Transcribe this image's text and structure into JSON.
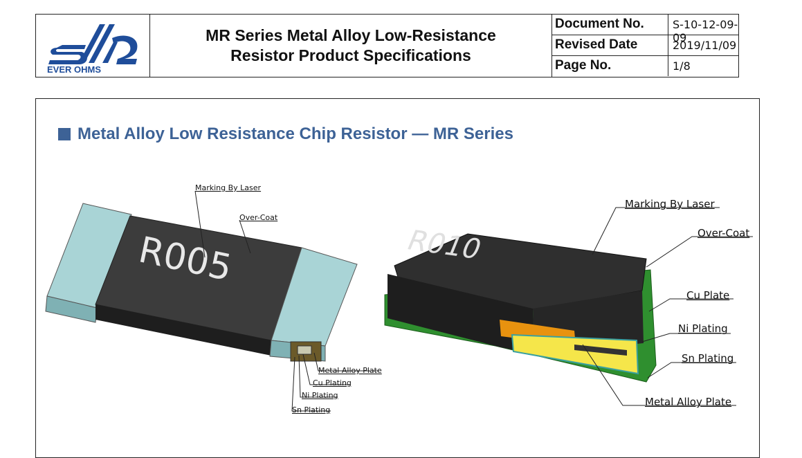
{
  "header": {
    "logo_text": "EVER OHMS",
    "title_line1": "MR Series Metal Alloy Low-Resistance",
    "title_line2": "Resistor Product Specifications",
    "meta": [
      {
        "key": "Document No.",
        "value": "S-10-12-09-09"
      },
      {
        "key": "Revised Date",
        "value": "2019/11/09"
      },
      {
        "key": "Page No.",
        "value": "1/8"
      }
    ]
  },
  "section": {
    "heading": "Metal Alloy Low Resistance Chip Resistor — MR Series"
  },
  "left_figure": {
    "marking": "R005",
    "labels": {
      "laser": "Marking By Laser",
      "overcoat": "Over-Coat",
      "alloy": "Metal Alloy Plate",
      "cu": "Cu Plating",
      "ni": "Ni Plating",
      "sn": "Sn Plating"
    }
  },
  "right_figure": {
    "marking": "R010",
    "labels": {
      "laser": "Marking By Laser",
      "overcoat": "Over-Coat",
      "cu": "Cu Plate",
      "ni": "Ni Plating",
      "sn": "Sn Plating",
      "alloy": "Metal Alloy Plate"
    }
  },
  "colors": {
    "heading_blue": "#3d6296",
    "logo_blue": "#1f4d9a",
    "terminal": "#a9d4d6",
    "body_dark": "#3c3c3c",
    "green": "#2f8f2f",
    "orange": "#e8920f",
    "yellow": "#f5e64a"
  }
}
